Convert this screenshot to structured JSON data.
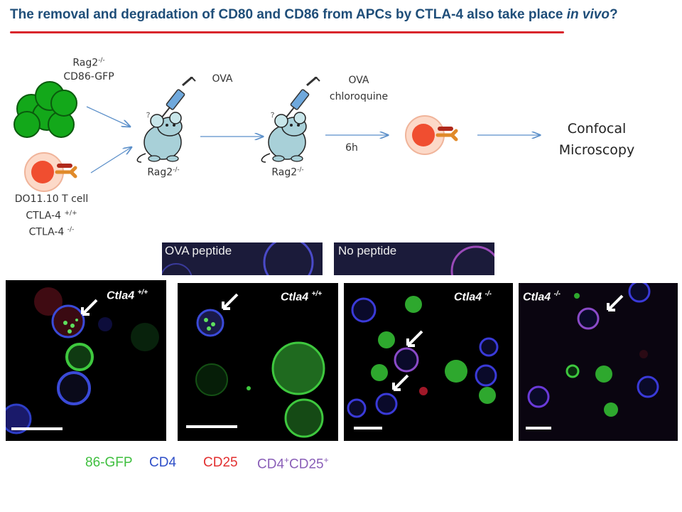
{
  "title": {
    "main": "The removal and degradation of CD80 and CD86 from APCs by CTLA-4 also take place ",
    "italic": "in vivo",
    "end": "?"
  },
  "diagram": {
    "apc_label": "Rag2",
    "apc_label_sup": "-/-",
    "apc_label2": "CD86-GFP",
    "tcell_label": "DO11.10 T cell",
    "ctla_wt": "CTLA-4",
    "ctla_wt_sup": "+/+",
    "ctla_ko": "CTLA-4",
    "ctla_ko_sup": "-/-",
    "step1_top": "OVA",
    "step1_mouse": "Rag2",
    "step1_mouse_sup": "-/-",
    "step2_top1": "OVA",
    "step2_top2": "chloroquine",
    "step2_mouse": "Rag2",
    "step2_mouse_sup": "-/-",
    "step2_time": "6h",
    "result_line1": "Confocal",
    "result_line2": "Microscopy"
  },
  "micrographs": {
    "top": [
      {
        "label": "OVA peptide"
      },
      {
        "label": "No peptide"
      }
    ],
    "panels": [
      {
        "tag": "Ctla4",
        "sup": "+/+"
      },
      {
        "tag": "Ctla4",
        "sup": "+/+"
      },
      {
        "tag": "Ctla4",
        "sup": "-/-"
      },
      {
        "tag": "Ctla4",
        "sup": "-/-"
      }
    ]
  },
  "legend": [
    {
      "label": "86-GFP",
      "color": "#3fbf3f"
    },
    {
      "label": "CD4",
      "color": "#2f4fc8"
    },
    {
      "label": "CD25",
      "color": "#e23030"
    },
    {
      "label": "CD4+CD25+",
      "base": "CD4",
      "sup1": "+",
      "mid": "CD25",
      "sup2": "+",
      "color": "#8a5fb8"
    }
  ],
  "colors": {
    "title": "#1f4e79",
    "underline": "#d9262c",
    "arrow": "#5b8fc9",
    "apc_green": "#13a81a",
    "tcell_red": "#f04e30",
    "mouse": "#a8d0d8"
  }
}
